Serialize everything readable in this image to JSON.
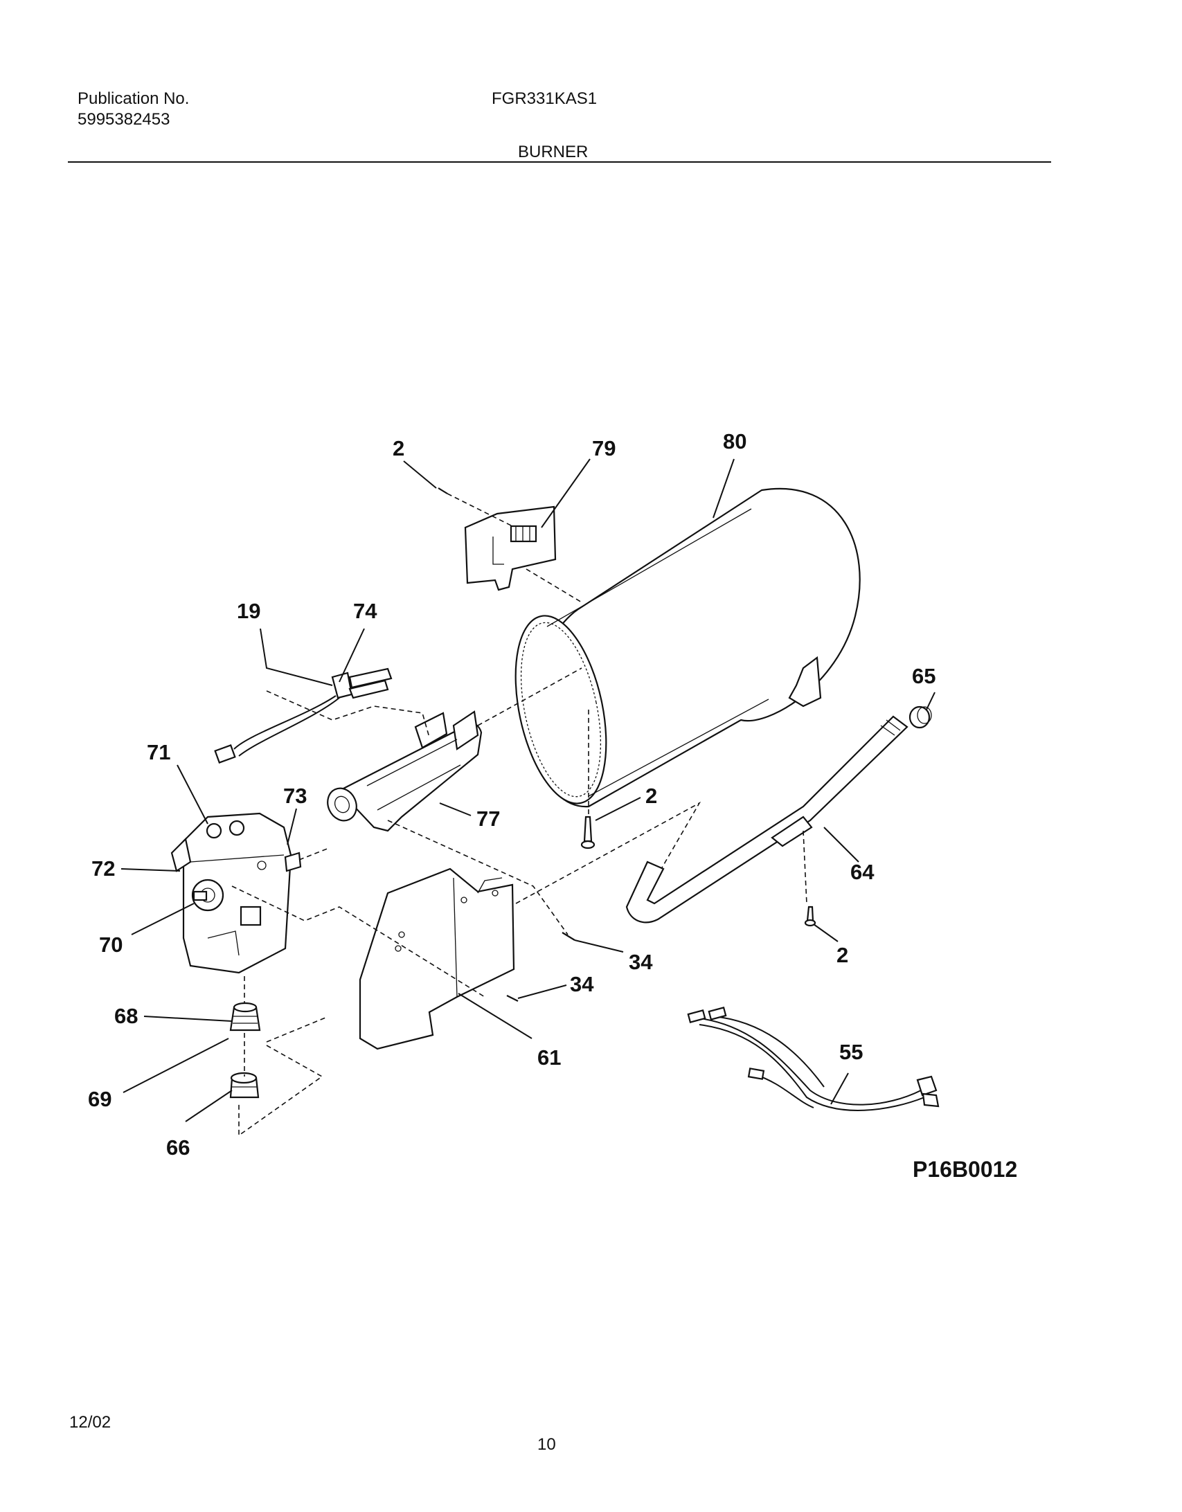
{
  "header": {
    "publication_label": "Publication No.",
    "publication_number": "5995382453",
    "model": "FGR331KAS1",
    "section": "BURNER"
  },
  "diagram": {
    "figure_code": "P16B0012",
    "callouts": {
      "c2a": "2",
      "c79": "79",
      "c80": "80",
      "c19": "19",
      "c74": "74",
      "c65": "65",
      "c71": "71",
      "c73": "73",
      "c2b": "2",
      "c77": "77",
      "c72": "72",
      "c64": "64",
      "c70": "70",
      "c34a": "34",
      "c2c": "2",
      "c34b": "34",
      "c68": "68",
      "c55": "55",
      "c61": "61",
      "c69": "69",
      "c66": "66"
    }
  },
  "footer": {
    "date": "12/02",
    "page": "10"
  }
}
